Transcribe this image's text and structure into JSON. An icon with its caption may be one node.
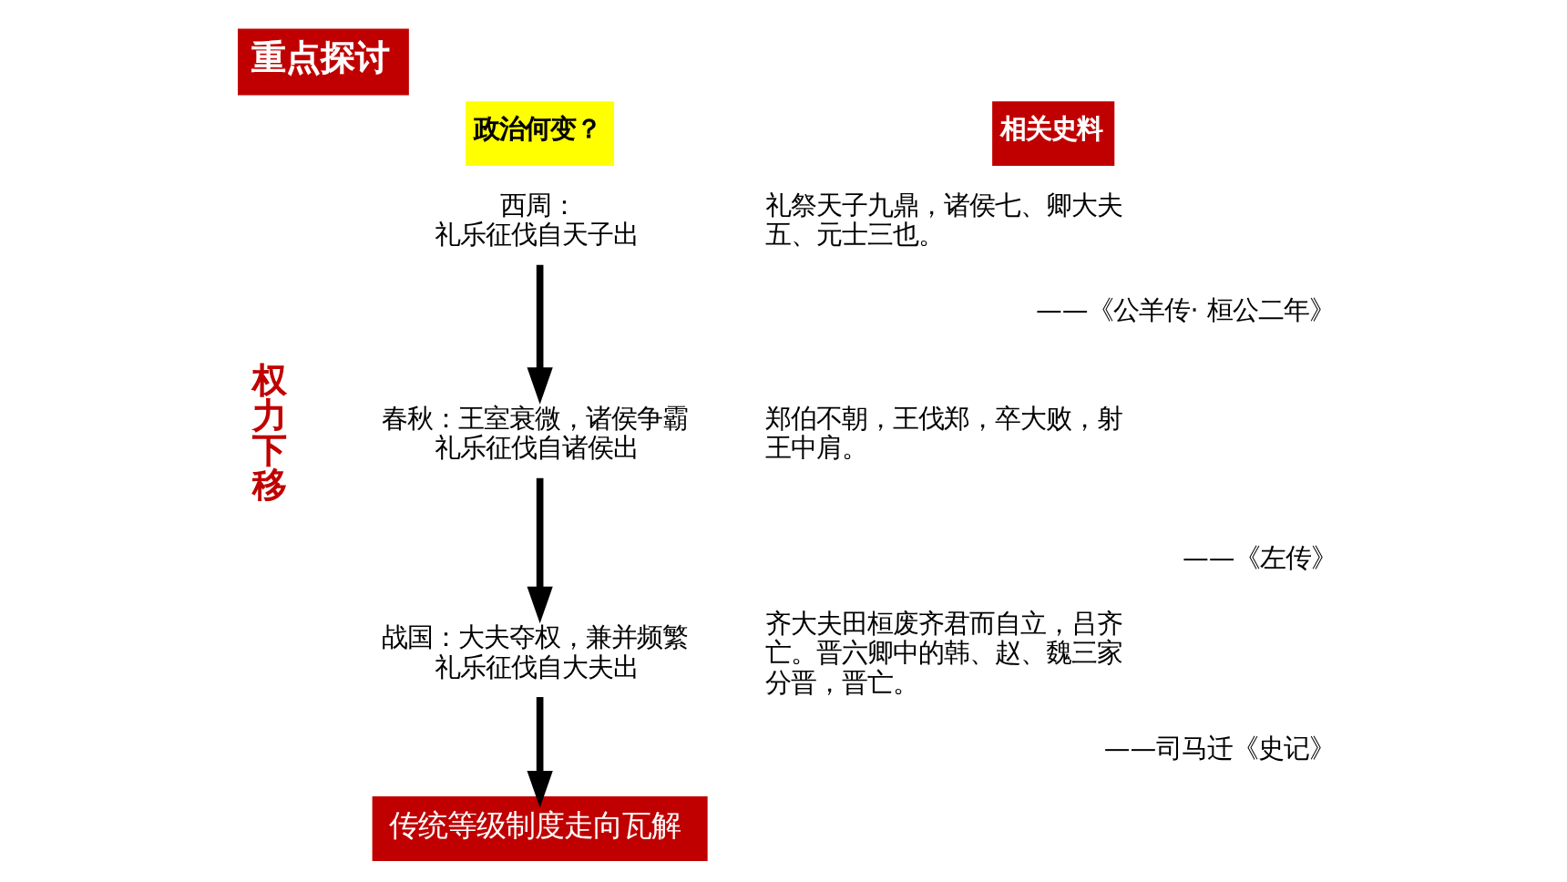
{
  "diagram": {
    "title": "重点探讨",
    "nodes": [
      {
        "text": [
          "政治何变？"
        ]
      },
      {
        "text": [
          "西周：",
          "礼乐征伐自天子出"
        ]
      },
      {
        "text": [
          "春秋：王室衰微，诸侯争霸",
          "礼乐征伐自诸侯出"
        ]
      },
      {
        "text": [
          "战国：大夫夺权，兼并频繁",
          "礼乐征伐自大夫出"
        ]
      },
      {
        "text": [
          "传统等级制度走向瓦解"
        ]
      },
      {
        "text": [
          "相关史料"
        ]
      }
    ],
    "edges": [
      {
        "from": 1,
        "to": 2,
        "arrow": "to"
      },
      {
        "from": 2,
        "to": 3,
        "arrow": "to"
      },
      {
        "from": 3,
        "to": 4,
        "arrow": "to"
      }
    ],
    "labels": [
      "权力下移",
      "礼祭天子九鼎，诸侯七、卿大夫五、元士三也。",
      "——《公羊传· 桓公二年》",
      "郑伯不朝，王伐郑，卒大败，射王中肩。",
      "——《左传》",
      "齐大夫田桓废齐君而自立，吕齐亡。晋六卿中的韩、赵、魏三家分晋，晋亡。",
      "——司马迁《史记》"
    ]
  }
}
